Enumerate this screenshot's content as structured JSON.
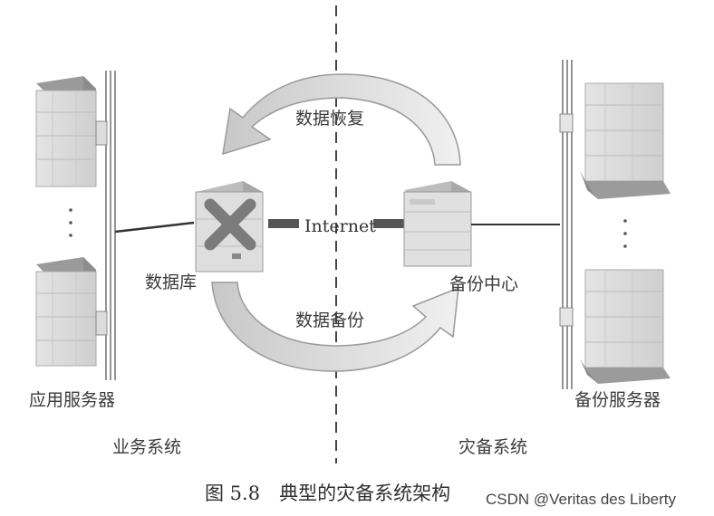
{
  "labels": {
    "restore": "数据恢复",
    "network": "Internet",
    "database": "数据库",
    "backup_center": "备份中心",
    "backup": "数据备份",
    "app_servers": "应用服务器",
    "backup_servers": "备份服务器",
    "business_system": "业务系统",
    "dr_system": "灾备系统",
    "caption": "图 5.8　典型的灾备系统架构",
    "watermark": "CSDN @Veritas des Liberty"
  },
  "icons": {
    "database_failure": "x-mark-icon",
    "server": "server-cabinet-icon"
  }
}
